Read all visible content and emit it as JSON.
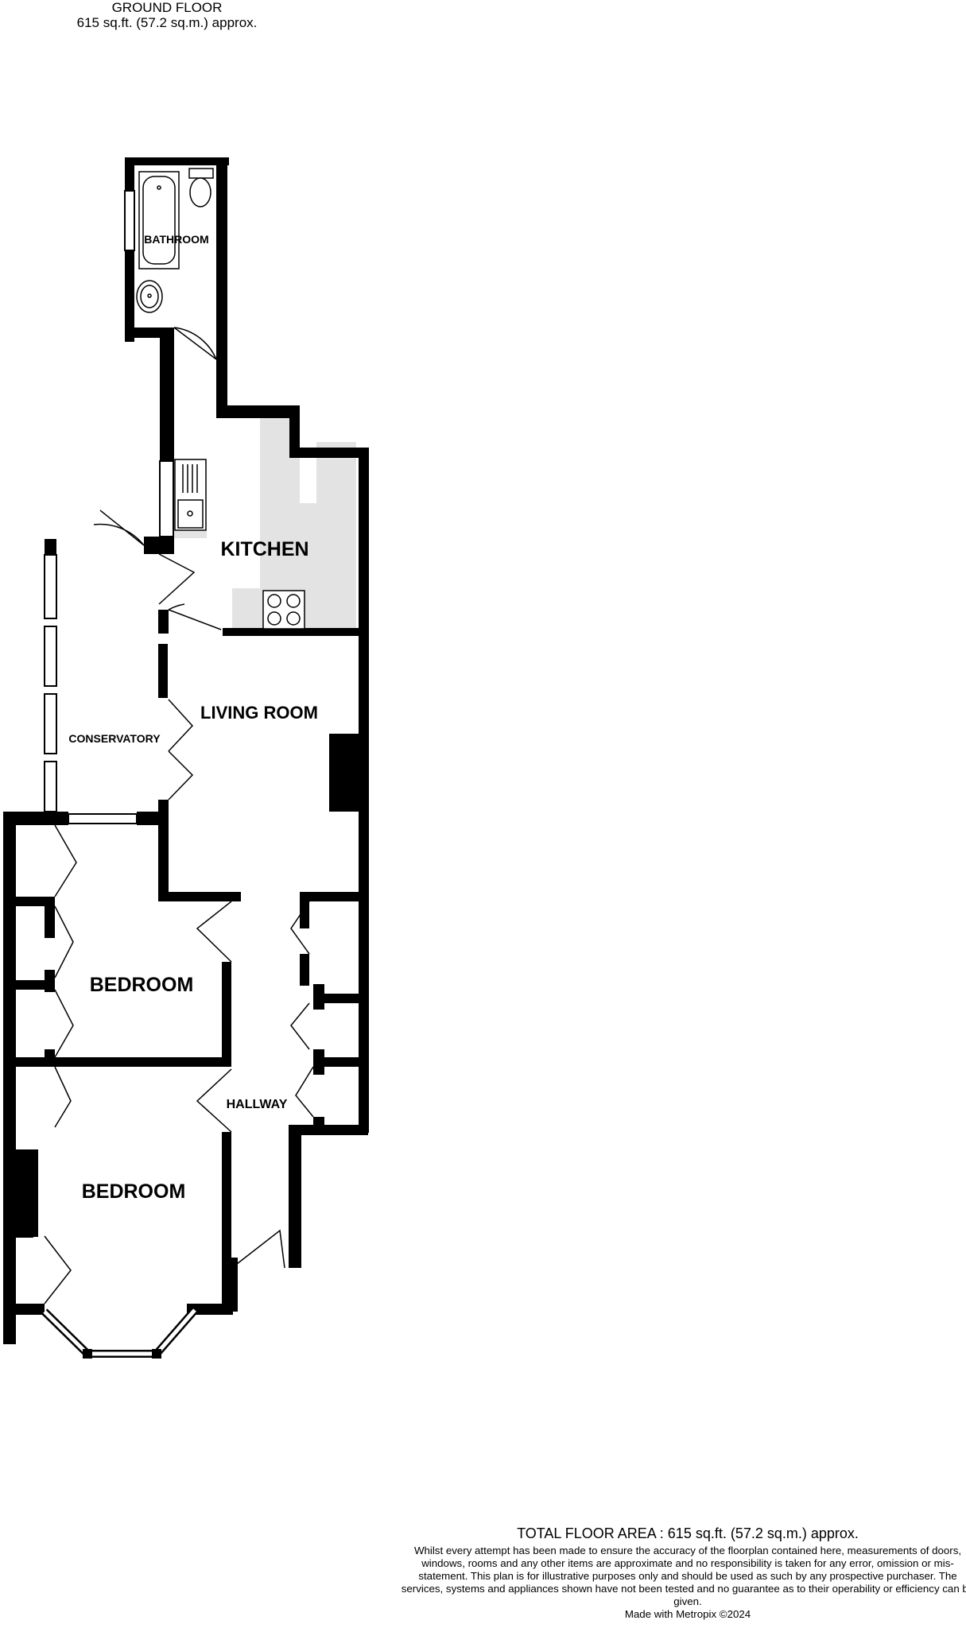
{
  "header": {
    "floor_title": "GROUND FLOOR",
    "floor_area": "615 sq.ft. (57.2 sq.m.) approx."
  },
  "rooms": {
    "bathroom": "BATHROOM",
    "kitchen": "KITCHEN",
    "living_room": "LIVING ROOM",
    "conservatory": "CONSERVATORY",
    "bedroom_1": "BEDROOM",
    "bedroom_2": "BEDROOM",
    "hallway": "HALLWAY"
  },
  "footer": {
    "total": "TOTAL FLOOR AREA : 615 sq.ft. (57.2 sq.m.) approx.",
    "disclaimer": "Whilst every attempt has been made to ensure the accuracy of the floorplan contained here, measurements of doors, windows, rooms and any other items are approximate and no responsibility is taken for any error, omission or mis-statement. This plan is for illustrative purposes only and should be used as such by any prospective purchaser. The services, systems and appliances shown have not been tested and no guarantee as to their operability or efficiency can be given.",
    "credit": "Made with Metropix ©2024"
  },
  "colors": {
    "wall": "#000000",
    "worktop": "#e3e3e3",
    "background": "#ffffff"
  },
  "icons": [
    "bathtub-icon",
    "toilet-icon",
    "basin-icon",
    "sink-icon",
    "hob-icon",
    "door-swing-icon",
    "window-icon",
    "fireplace-icon"
  ]
}
